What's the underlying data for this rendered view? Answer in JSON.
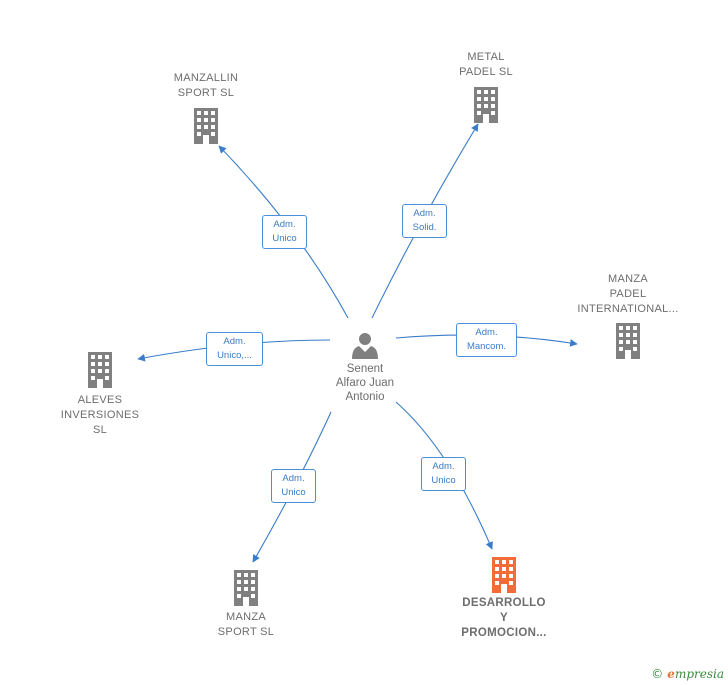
{
  "center": {
    "name": "Senent\nAlfaro Juan\nAntonio",
    "icon": "person-icon"
  },
  "companies": [
    {
      "id": "manzallin",
      "name": "MANZALLIN\nSPORT SL",
      "role": "Adm.\nUnico",
      "color": "#808080"
    },
    {
      "id": "metal-padel",
      "name": "METAL\nPADEL SL",
      "role": "Adm.\nSolid.",
      "color": "#808080"
    },
    {
      "id": "manza-padel-intl",
      "name": "MANZA\nPADEL\nINTERNATIONAL...",
      "role": "Adm.\nMancom.",
      "color": "#808080"
    },
    {
      "id": "aleves",
      "name": "ALEVES\nINVERSIONES\nSL",
      "role": "Adm.\nUnico,...",
      "color": "#808080"
    },
    {
      "id": "manza-sport",
      "name": "MANZA\nSPORT SL",
      "role": "Adm.\nUnico",
      "color": "#808080"
    },
    {
      "id": "desarrollo",
      "name": "DESARROLLO\nY\nPROMOCION...",
      "role": "Adm.\nUnico",
      "color": "#f26b38"
    }
  ],
  "colors": {
    "edge": "#3a7cc7",
    "highlight": "#f26b38",
    "building": "#808080"
  },
  "brand": {
    "copyright": "©",
    "initial": "e",
    "rest": "mpresia"
  }
}
